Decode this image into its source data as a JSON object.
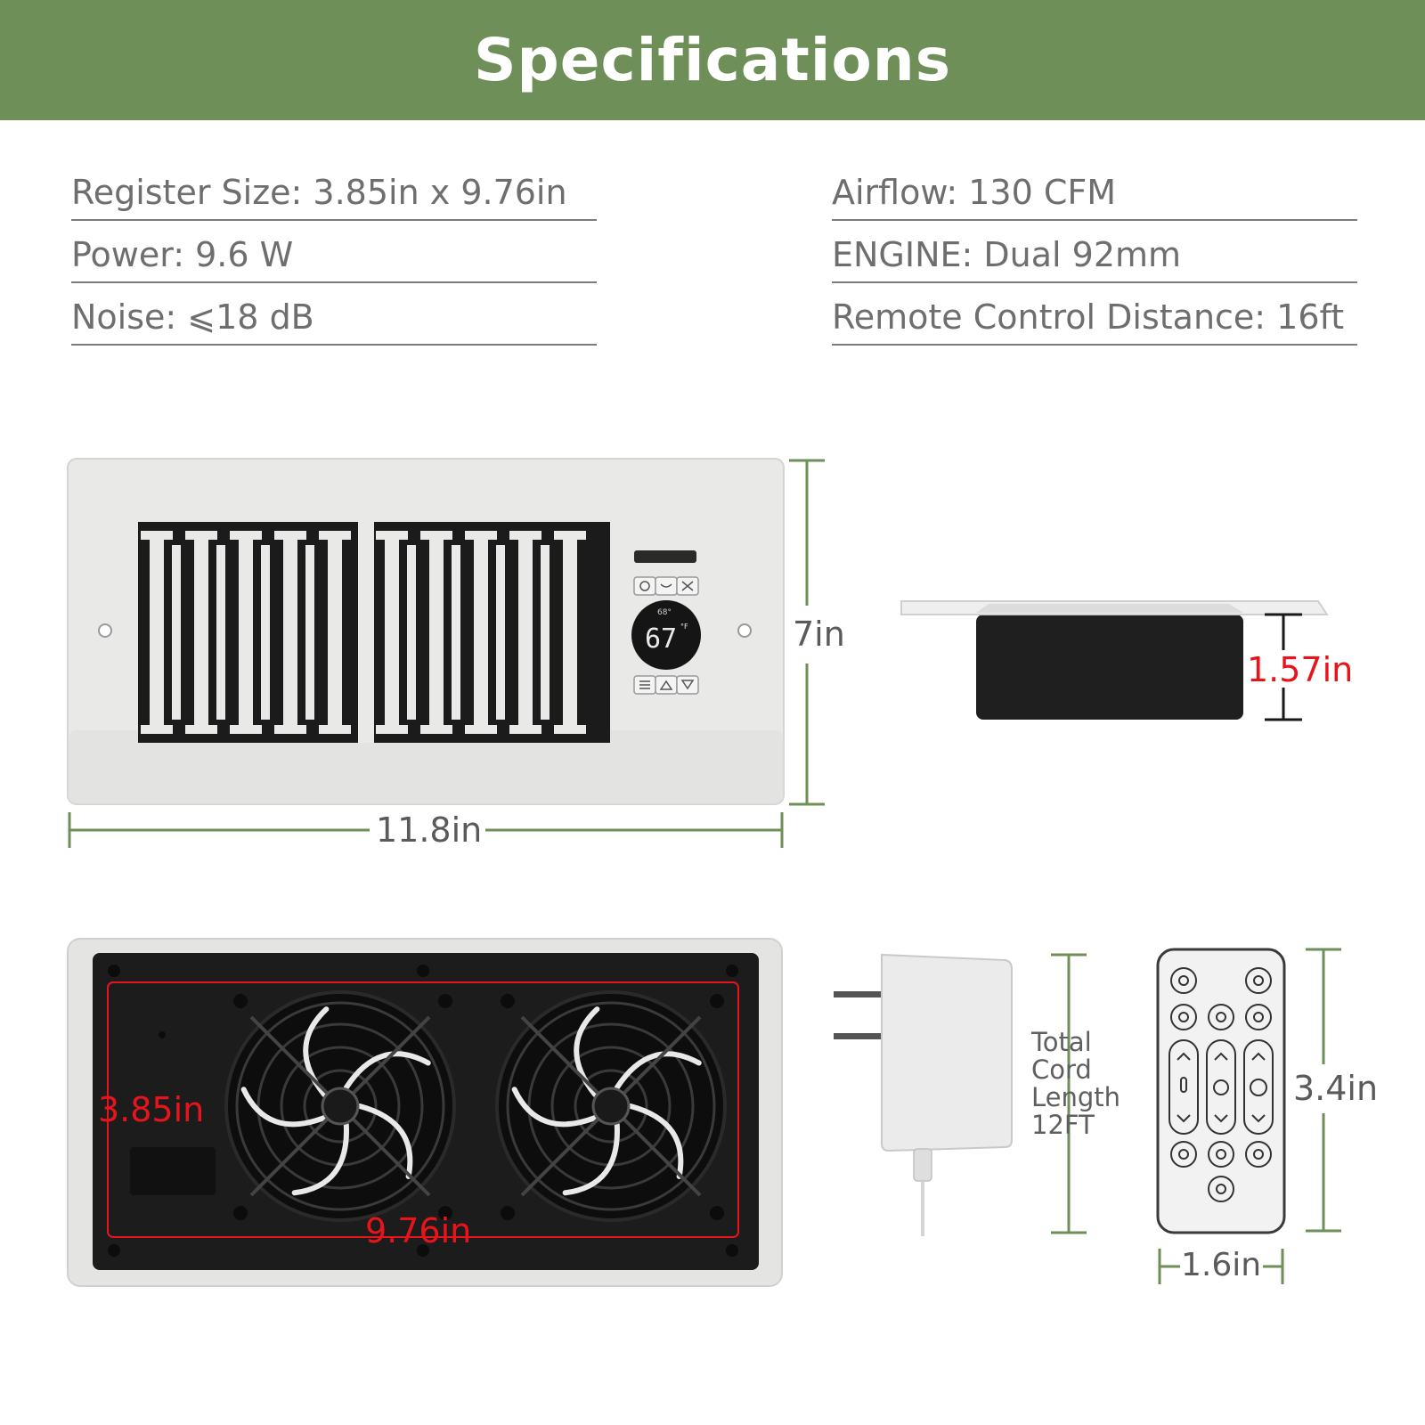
{
  "header": {
    "title": "Specifications"
  },
  "specs": {
    "left": [
      "Register Size: 3.85in x 9.76in",
      "Power: 9.6 W",
      "Noise: ⩽18 dB"
    ],
    "right": [
      "Airflow: 130 CFM",
      "ENGINE: Dual 92mm",
      "Remote Control Distance: 16ft"
    ]
  },
  "dimensions": {
    "front_height": "7in",
    "front_width": "11.8in",
    "side_depth": "1.57in",
    "back_height": "3.85in",
    "back_width": "9.76in",
    "remote_height": "3.4in",
    "remote_width": "1.6in"
  },
  "cord": {
    "line1": "Total",
    "line2": "Cord",
    "line3": "Length",
    "line4": "12FT"
  },
  "display": {
    "temperature": "67",
    "unit": "°F",
    "setpoint": "68°"
  },
  "colors": {
    "banner": "#6f8f58",
    "dimension_line": "#6f8f58",
    "red_dimension": "#e8141b",
    "spec_text": "#6e6e6e"
  }
}
